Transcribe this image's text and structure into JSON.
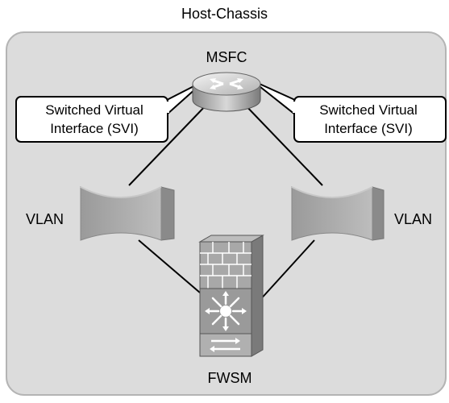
{
  "diagram": {
    "title": "Host-Chassis",
    "nodes": {
      "msfc": {
        "label": "MSFC",
        "icon": "router-icon"
      },
      "fwsm": {
        "label": "FWSM",
        "icon": "firewall-services-module-icon"
      },
      "vlan_left": {
        "label": "VLAN",
        "icon": "vlan-segment-icon"
      },
      "vlan_right": {
        "label": "VLAN",
        "icon": "vlan-segment-icon"
      }
    },
    "callouts": {
      "left": {
        "line1": "Switched Virtual",
        "line2": "Interface (SVI)"
      },
      "right": {
        "line1": "Switched Virtual",
        "line2": "Interface (SVI)"
      }
    },
    "edges": [
      {
        "from": "msfc",
        "to": "vlan_left"
      },
      {
        "from": "msfc",
        "to": "vlan_right"
      },
      {
        "from": "vlan_left",
        "to": "fwsm"
      },
      {
        "from": "vlan_right",
        "to": "fwsm"
      }
    ],
    "colors": {
      "chassis_fill": "#dcdcdc",
      "chassis_border": "#b4b4b4",
      "device_gray": "#a8a8a8",
      "callout_fill": "#ffffff"
    }
  }
}
